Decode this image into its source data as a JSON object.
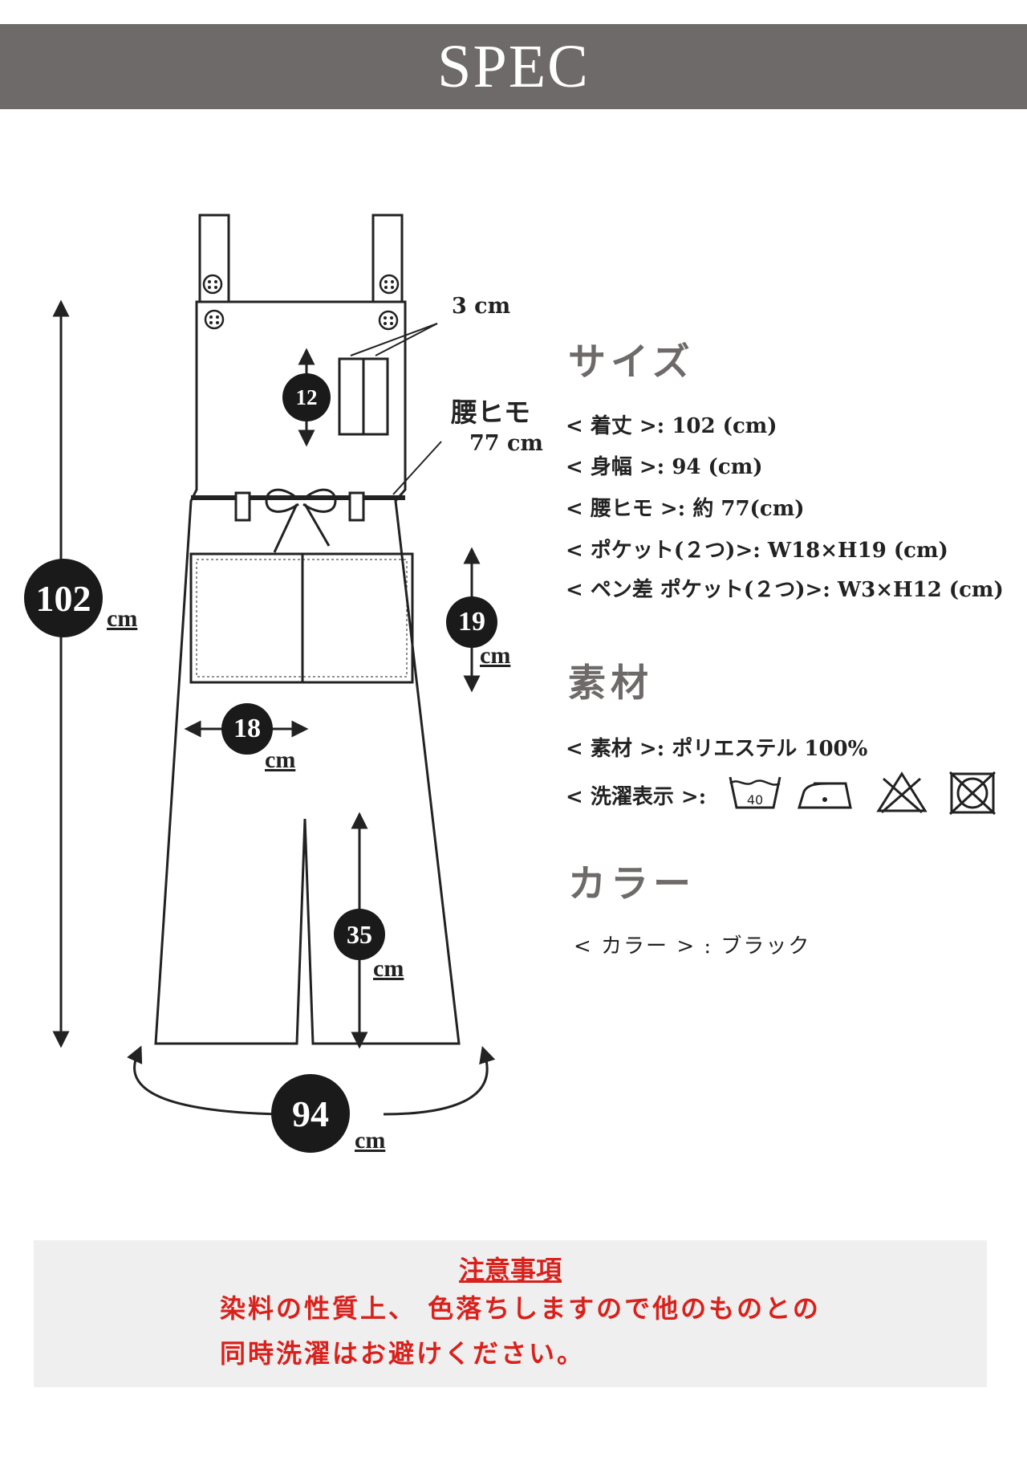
{
  "header": {
    "title": "SPEC"
  },
  "diagram": {
    "length_value": "102",
    "width_value": "94",
    "unit": "cm",
    "pen_pocket_height": "12",
    "pen_pocket_width": "3 cm",
    "waist_tie_label": "腰ヒモ",
    "waist_tie_value": "77 cm",
    "pocket_height": "19",
    "pocket_width": "18",
    "slit_length": "35"
  },
  "size_section": {
    "title": "サイズ",
    "lines": [
      "< 着丈 >: 102 (cm)",
      "< 身幅 >: 94 (cm)",
      "< 腰ヒモ >: 約 77(cm)",
      "< ポケット(２つ)>: W18×H19 (cm)",
      "< ペン差 ポケット(２つ)>: W3×H12 (cm)"
    ]
  },
  "material_section": {
    "title": "素材",
    "material_line": "< 素材 >: ポリエステル 100%",
    "care_label": "< 洗濯表示 >:",
    "care_icons": [
      "wash-40-icon",
      "iron-low-icon",
      "no-bleach-icon",
      "no-tumble-dry-icon"
    ],
    "wash_temp": "40"
  },
  "color_section": {
    "title": "カラー",
    "line": "< カラー > : ブラック"
  },
  "notice": {
    "title": "注意事項",
    "line1": "染料の性質上、 色落ちしますので他のものとの",
    "line2": "同時洗濯はお避けください。"
  },
  "colors": {
    "header_bg": "#6d6a69",
    "section_title": "#6d6a69",
    "notice_text": "#d9211c",
    "notice_bg": "#efefef"
  }
}
